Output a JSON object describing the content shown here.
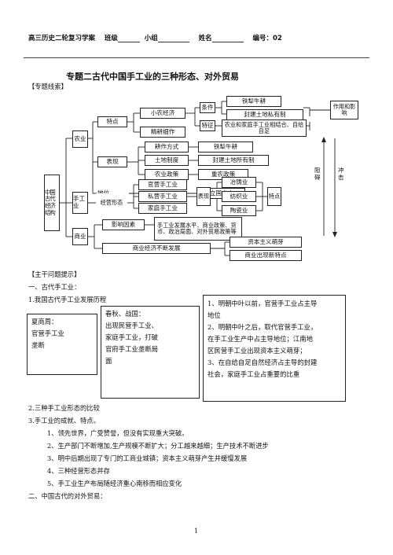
{
  "header": {
    "course": "高三历史二轮复习学案",
    "class_label": "班级",
    "group_label": "小组",
    "name_label": "姓名",
    "number_label": "编号：02"
  },
  "title": "专题二古代中国手工业的三种形态、对外贸易",
  "section_clue": "【专题线索】",
  "diagram": {
    "root": "中国古代经济结构",
    "agriculture": "农业",
    "handicraft": "手工业",
    "commerce": "商业",
    "features": "特点",
    "small_peasant": "小农经济",
    "intensive": "精耕细作",
    "conditions": "条件",
    "cond1": "铁犁牛耕",
    "cond2": "封建土地私有制",
    "feature_label": "特征",
    "feature_text": "农业和家庭手工业相结合、自给自足",
    "effect": "作用和影响",
    "manifest": "表现",
    "farming_method": "耕作方式",
    "farming_method_val": "铁犁牛耕",
    "land_system": "土地制度",
    "land_system_val": "封建土地所有制",
    "agri_policy": "农业政策",
    "agri_policy_val": "重农政策",
    "status": "地位",
    "status_val": "立国之本",
    "obstruct": "阻碍",
    "impact": "冲击",
    "business_form": "经营形态",
    "official": "官营手工业",
    "private": "私营手工业",
    "family": "家庭手工业",
    "manifest2": "表现",
    "smelting": "冶铸业",
    "textile": "纺织业",
    "ceramics": "陶瓷业",
    "characteristic": "特点",
    "influence_factors": "影响因素",
    "influence_text": "手工业发展水平、商业政策、货币、政治局面、对外贸易政策等",
    "capitalism": "资本主义萌芽",
    "commerce_dev": "商业经济不断发展",
    "new_commerce": "商业出现新特点"
  },
  "prompts_title": "【主干问题提示】",
  "section1": "一、古代手工业：",
  "item1": "1.我国古代手工业发展历程",
  "box_xia": [
    "夏商周：",
    "官营手工业",
    "垄断"
  ],
  "box_chunqiu": [
    "春秋、战国：",
    "出现民营手工业、",
    "家庭手工业，打破",
    "官府手工业垄断局",
    "面"
  ],
  "box_ming": [
    "1、明朝中叶以前，官营手工业占主导",
    "地位",
    "2、明朝中叶之后，取代官营手工业，",
    "在手工业生产中占主导地位；江南地",
    "区民营手工业出现资本主义萌芽；",
    "3、在自给自足自然经济占主导的封建",
    "社会，家庭手工业占重要的比重"
  ],
  "item2": "2.三种手工业形态的比较",
  "item3": "3.手工业的成就、特点。",
  "points": [
    "1、领先世界，广受赞誉，但没有实现重大突破。",
    "2、生产部门不断增加,生产规模不断扩大；分工越来越细；生产技术不断进步",
    "3、明中后期出现了专门的工商业城镇；资本主义萌芽产生并缓慢发展",
    "4、三种经营形态并存",
    "5、手工业生产布局随经济重心南移而相应变化"
  ],
  "section2": "二、中国古代的对外贸易：",
  "page_number": "1"
}
